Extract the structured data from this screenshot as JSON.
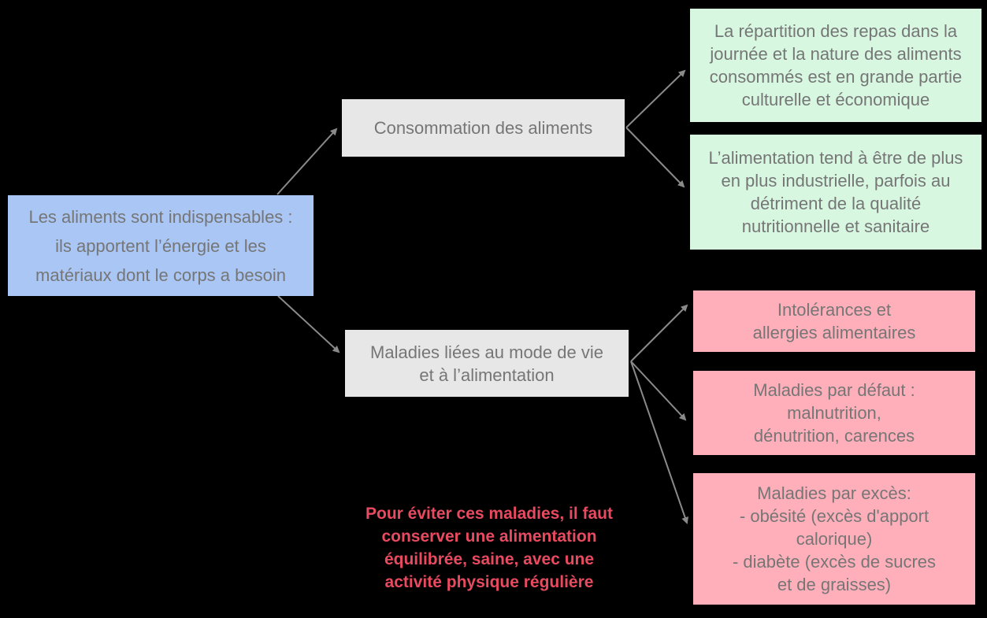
{
  "colors": {
    "background": "#000000",
    "root_fill": "#a9c6f4",
    "branch_fill": "#e7e7e7",
    "consumption_leaf_fill": "#d7f7e1",
    "disease_leaf_fill": "#ffafba",
    "node_text": "#767676",
    "note_text": "#e84a60",
    "arrow": "#8a8a8a"
  },
  "diagram": {
    "root": {
      "text": "Les aliments sont indispensables :\nils apportent l’énergie et les\nmatériaux dont le corps a besoin",
      "fill": "#a9c6f4"
    },
    "consommation": {
      "text": "Consommation des aliments",
      "fill": "#e7e7e7"
    },
    "maladies": {
      "text": "Maladies liées au mode de vie\net à l’alimentation",
      "fill": "#e7e7e7"
    },
    "repartition": {
      "text": "La répartition des repas dans la\njournée et la nature des aliments\nconsommés est en grande partie\nculturelle et économique",
      "fill": "#d7f7e1"
    },
    "industrielle": {
      "text": "L’alimentation tend à être de plus\nen plus industrielle, parfois au\ndétriment de la qualité\nnutritionnelle et sanitaire",
      "fill": "#d7f7e1"
    },
    "intolerances": {
      "text": "Intolérances et\nallergies alimentaires",
      "fill": "#ffafba"
    },
    "par_defaut": {
      "text": "Maladies par défaut :\nmalnutrition,\ndénutrition, carences",
      "fill": "#ffafba"
    },
    "par_exces": {
      "text": "Maladies par excès:\n- obésité (excès d'apport\ncalorique)\n- diabète (excès de sucres\net de graisses)",
      "fill": "#ffafba"
    },
    "prevention_note": {
      "text": "Pour éviter ces maladies, il faut\nconserver une alimentation\néquilibrée, saine, avec une\nactivité physique régulière",
      "color": "#e84a60"
    }
  }
}
